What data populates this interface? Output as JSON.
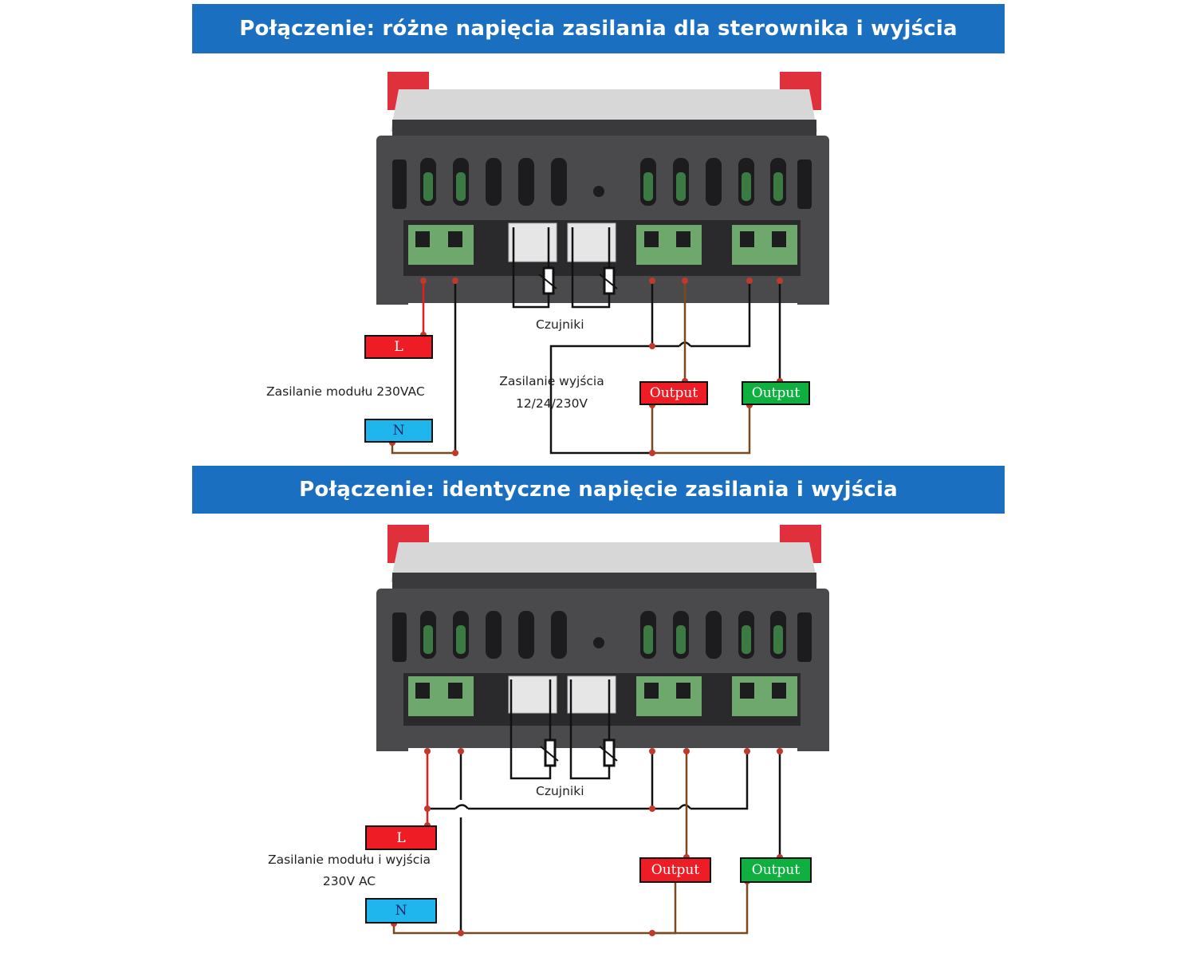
{
  "diagrams": [
    {
      "banner": "Połączenie: różne napięcia zasilania dla sterownika i wyjścia",
      "sensors_label": "Czujniki",
      "supply_label_lines": [
        "Zasilanie modułu 230VAC"
      ],
      "output_supply_label_lines": [
        "Zasilanie wyjścia",
        "12/24/230V"
      ],
      "tag_L": "L",
      "tag_N": "N",
      "tag_out1": "Output",
      "tag_out2": "Output"
    },
    {
      "banner": "Połączenie: identyczne napięcie zasilania i wyjścia",
      "sensors_label": "Czujniki",
      "supply_label_lines": [
        "Zasilanie modułu i wyjścia",
        "230V AC"
      ],
      "tag_L": "L",
      "tag_N": "N",
      "tag_out1": "Output",
      "tag_out2": "Output"
    }
  ],
  "colors": {
    "banner": "#1a6fc0",
    "line_live": "#e11d1d",
    "line_neutral": "#7a4a1e",
    "line_black": "#111111",
    "device_body": "#4a4a4c",
    "terminal_green": "#6fa86c",
    "clip_red": "#e0303c",
    "connector_white": "#e6e6e6"
  }
}
